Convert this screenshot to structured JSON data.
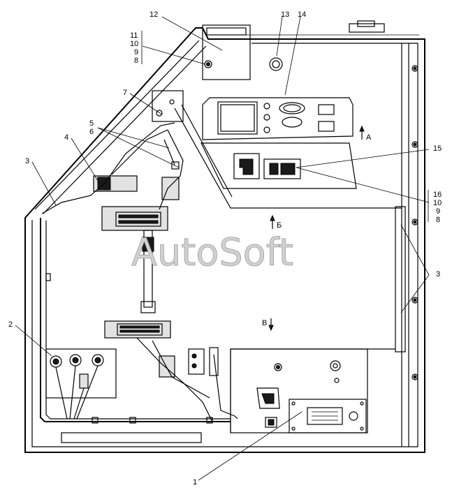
{
  "watermark": "AutoSoft",
  "callouts": {
    "c1": "1",
    "c2": "2",
    "c3a": "3",
    "c3b": "3",
    "c4": "4",
    "c5": "5",
    "c6": "6",
    "c7": "7",
    "c8a": "8",
    "c9a": "9",
    "c10a": "10",
    "c11": "11",
    "c12": "12",
    "c13": "13",
    "c14": "14",
    "c15": "15",
    "c8b": "8",
    "c9b": "9",
    "c10b": "10",
    "c16": "16"
  },
  "view_marks": {
    "a": "А",
    "b": "Б",
    "v": "В"
  }
}
